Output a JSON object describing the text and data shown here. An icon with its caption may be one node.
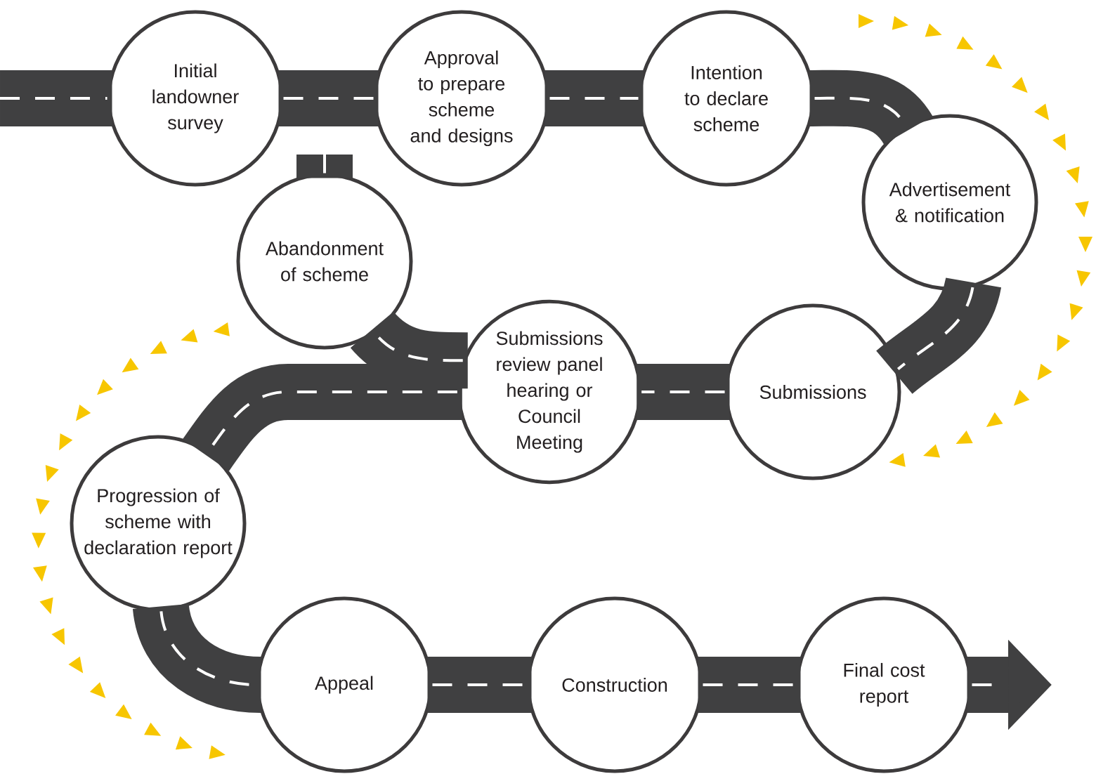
{
  "diagram": {
    "nodes": [
      {
        "text": [
          "Initial landowner survey"
        ]
      },
      {
        "text": [
          "Approval to prepare scheme and designs"
        ]
      },
      {
        "text": [
          "Intention to declare scheme"
        ]
      },
      {
        "text": [
          "Advertisement & notification"
        ]
      },
      {
        "text": [
          "Abandonment of scheme"
        ]
      },
      {
        "text": [
          "Submissions review panel hearing or Council Meeting"
        ]
      },
      {
        "text": [
          "Submissions"
        ]
      },
      {
        "text": [
          "Progression of scheme with declaration report"
        ]
      },
      {
        "text": [
          "Appeal"
        ]
      },
      {
        "text": [
          "Construction"
        ]
      },
      {
        "text": [
          "Final cost report"
        ]
      }
    ],
    "edges": [
      {
        "from": null,
        "to": 0,
        "arrow": "none"
      },
      {
        "from": 0,
        "to": 1,
        "arrow": "none"
      },
      {
        "from": 1,
        "to": 2,
        "arrow": "none"
      },
      {
        "from": 2,
        "to": 3,
        "arrow": "none"
      },
      {
        "from": 3,
        "to": 6,
        "arrow": "none"
      },
      {
        "from": 6,
        "to": 5,
        "arrow": "none"
      },
      {
        "from": 5,
        "to": 4,
        "arrow": "none"
      },
      {
        "from": 5,
        "to": 7,
        "arrow": "none"
      },
      {
        "from": 7,
        "to": 8,
        "arrow": "none"
      },
      {
        "from": 8,
        "to": 9,
        "arrow": "none"
      },
      {
        "from": 9,
        "to": 10,
        "arrow": "none"
      },
      {
        "from": 10,
        "to": null,
        "arrow": "to"
      },
      {
        "from": 4,
        "to": null,
        "arrow": "none"
      }
    ]
  }
}
